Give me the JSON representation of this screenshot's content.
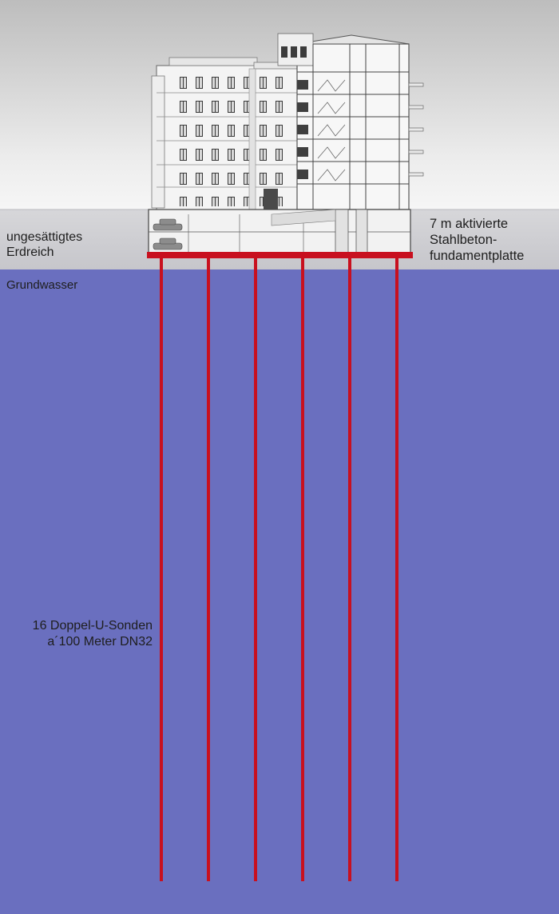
{
  "labels": {
    "soil": [
      "ungesättigtes",
      "Erdreich"
    ],
    "foundation": [
      "7 m aktivierte",
      "Stahlbeton-",
      "fundamentplatte"
    ],
    "groundwater": "Grundwasser",
    "probes": [
      "16 Doppel-U-Sonden",
      "a´100 Meter DN32"
    ]
  },
  "colors": {
    "sky_top": "#bdbdbd",
    "sky_bottom": "#f2f2f2",
    "soil": "#cfcfd2",
    "groundwater": "#6a6fbf",
    "probe": "#c8101f",
    "facade": "#f4f4f4",
    "line": "#555555"
  },
  "probe_count_drawn": 6
}
